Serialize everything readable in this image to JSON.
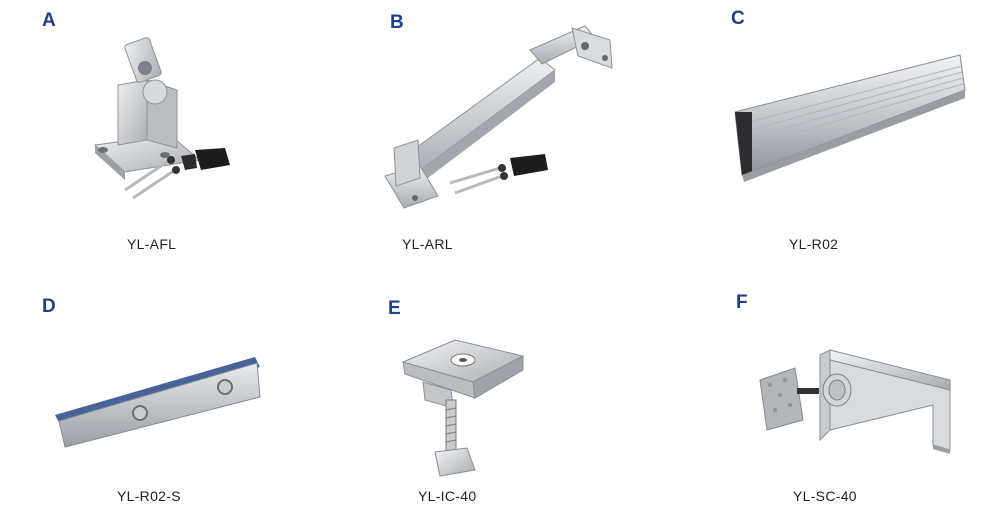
{
  "products": [
    {
      "letter": "A",
      "code": "YL-AFL",
      "icon": "adjustable-front-leg-bracket"
    },
    {
      "letter": "B",
      "code": "YL-ARL",
      "icon": "adjustable-rear-leg"
    },
    {
      "letter": "C",
      "code": "YL-R02",
      "icon": "aluminium-rail"
    },
    {
      "letter": "D",
      "code": "YL-R02-S",
      "icon": "rail-splice"
    },
    {
      "letter": "E",
      "code": "YL-IC-40",
      "icon": "inter-clamp"
    },
    {
      "letter": "F",
      "code": "YL-SC-40",
      "icon": "end-clamp"
    }
  ],
  "colors": {
    "letter": "#1f3f86",
    "caption": "#222222",
    "metal": "#c9ccd0",
    "rubber": "#1d1d1f"
  }
}
